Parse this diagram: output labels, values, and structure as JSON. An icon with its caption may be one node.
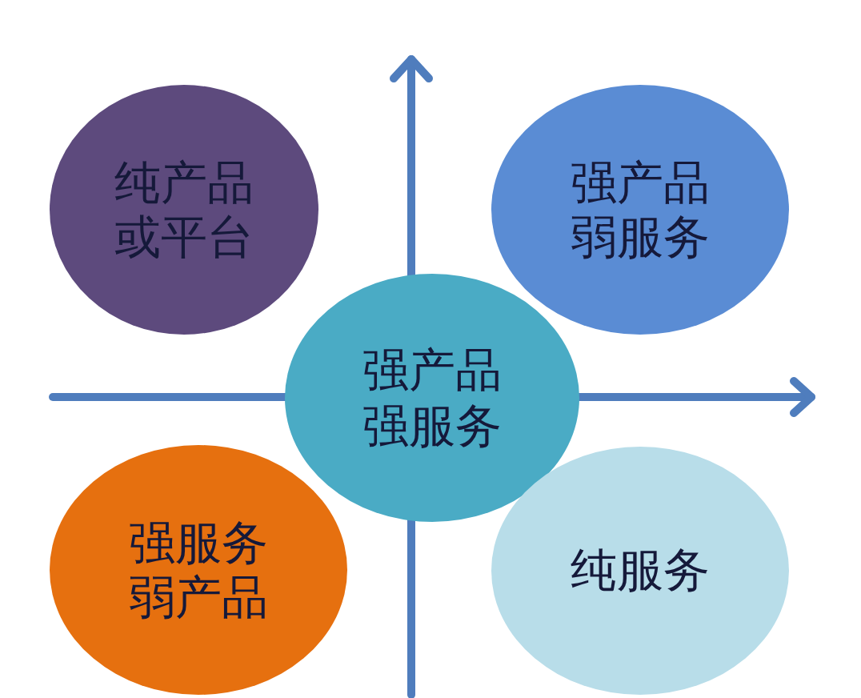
{
  "diagram": {
    "nodes": [
      {
        "text": [
          "纯产品或平台"
        ]
      },
      {
        "text": [
          "强产品弱服务"
        ]
      },
      {
        "text": [
          "强产品强服务"
        ]
      },
      {
        "text": [
          "强服务弱产品"
        ]
      },
      {
        "text": [
          "纯服务"
        ]
      }
    ]
  }
}
